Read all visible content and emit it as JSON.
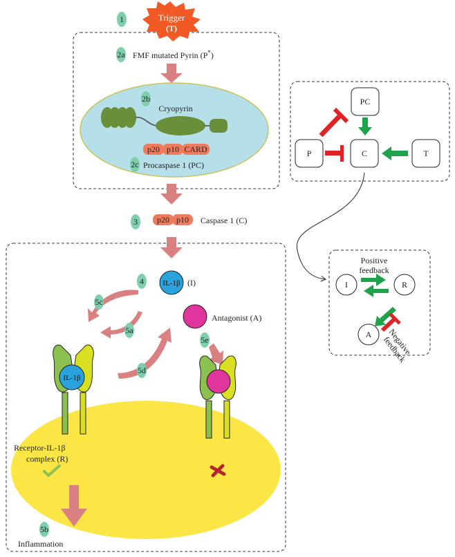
{
  "steps": {
    "s1": "1",
    "s2a": "2a",
    "s2b": "2b",
    "s2c": "2c",
    "s3": "3",
    "s4": "4",
    "s5a": "5a",
    "s5b": "5b",
    "s5c": "5c",
    "s5d": "5d",
    "s5e": "5e"
  },
  "trigger": {
    "line1": "Trigger",
    "line2": "(T)"
  },
  "pyrin": {
    "label_main": "FMF mutated Pyrin (P",
    "label_sup": "*",
    "label_end": ")"
  },
  "cryopyrin": {
    "label": "Cryopyrin"
  },
  "procaspase": {
    "p20": "p20",
    "p10": "p10",
    "card": "CARD",
    "label": "Procaspase 1 (PC)"
  },
  "caspase": {
    "p20": "p20",
    "p10": "p10",
    "label": "Caspase 1 (C)"
  },
  "il1b": {
    "label": "IL-1β",
    "suffix": "(I)"
  },
  "antagonist": {
    "label": "Antagonist (A)"
  },
  "receptor": {
    "bound_label": "IL-1β",
    "line1": "Receptor-IL-1β",
    "line2": "complex (R)"
  },
  "inflammation": {
    "label": "Inflammation"
  },
  "network": {
    "pc": "PC",
    "p": "P",
    "c": "C",
    "t": "T"
  },
  "feedback": {
    "i": "I",
    "r": "R",
    "a": "A",
    "positive_line1": "Positive",
    "positive_line2": "feedback",
    "negative_line1": "Negative",
    "negative_line2": "feedback"
  },
  "colors": {
    "step_badge": "#7fcfae",
    "trigger": "#f15a24",
    "salmon_arrow": "#d98080",
    "cell_oval": "#b5e0ea",
    "cryopyrin": "#6b8e3a",
    "procaspase": "#ee7b5e",
    "il1b": "#29a3db",
    "antagonist": "#e0359a",
    "membrane": "#fbe646",
    "receptor_green": "#8cc152",
    "receptor_yellow": "#d9e021",
    "activate": "#1ea34a",
    "inhibit": "#e02424"
  }
}
